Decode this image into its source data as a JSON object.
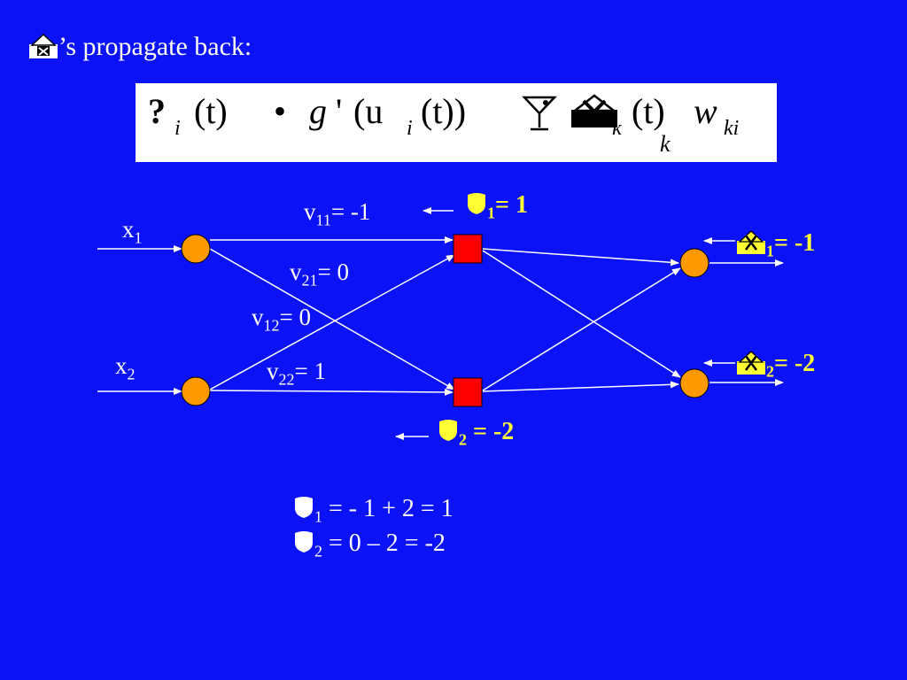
{
  "slide": {
    "title": "’s propagate back:",
    "title_icon": "house-icon"
  },
  "formula": {
    "lhs_glyph": "?",
    "lhs_sub": "i",
    "lhs_arg": "(t)",
    "dot": "•",
    "g": "g",
    "prime": "'",
    "u": "(u",
    "u_sub": "i",
    "u_arg": "(t))",
    "sum_glyph": "sigma-icon",
    "sum_under": "k",
    "delta_sub": "k",
    "delta_arg": "(t)",
    "w": "w",
    "w_sub": "ki"
  },
  "inputs": {
    "x1": "x",
    "x1_sub": "1",
    "x2": "x",
    "x2_sub": "2"
  },
  "weights": {
    "v11": "v",
    "v11_sub": "11",
    "v11_val": "= -1",
    "v21": "v",
    "v21_sub": "21",
    "v21_val": "= 0",
    "v12": "v",
    "v12_sub": "12",
    "v12_val": "= 0",
    "v22": "v",
    "v22_sub": "22",
    "v22_val": "= 1"
  },
  "hidden_deltas": {
    "d1_sub": "1",
    "d1_val": "= 1",
    "d2_sub": "2",
    "d2_val": " = -2"
  },
  "output_deltas": {
    "o1_sub": "1",
    "o1_val": "= -1",
    "o2_sub": "2",
    "o2_val": "= -2"
  },
  "equations": {
    "e1_sub": "1",
    "e1_val": " = - 1 + 2 = 1",
    "e2_sub": "2",
    "e2_val": " = 0 – 2 = -2"
  },
  "colors": {
    "background": "#0B12F5",
    "input_node": "#FF9900",
    "hidden_node": "#FF0000",
    "highlight": "#FFFF33"
  }
}
